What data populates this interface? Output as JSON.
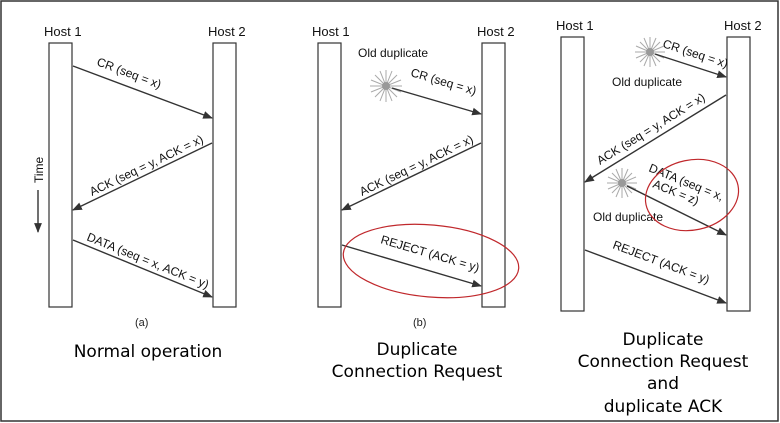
{
  "colors": {
    "highlight": "#c0282c",
    "ink": "#333333",
    "border": "#333333"
  },
  "panels": [
    {
      "host1": "Host 1",
      "host2": "Host 2",
      "time_label": "Time",
      "messages": [
        "CR (seq = x)",
        "ACK (seq = y, ACK = x)",
        "DATA (seq = x, ACK = y)"
      ],
      "sublabel": "(a)",
      "caption": [
        "Normal operation"
      ]
    },
    {
      "host1": "Host 1",
      "host2": "Host 2",
      "old_duplicate": "Old duplicate",
      "messages": [
        "CR (seq = x)",
        "ACK (seq = y, ACK = x)",
        "REJECT (ACK = y)"
      ],
      "sublabel": "(b)",
      "caption": [
        "Duplicate",
        "Connection  Request"
      ]
    },
    {
      "host1": "Host 1",
      "host2": "Host 2",
      "old_duplicate_1": "Old duplicate",
      "old_duplicate_2": "Old duplicate",
      "messages": [
        "CR (seq = x)",
        "ACK (seq = y, ACK = x)",
        "DATA (seq = x,",
        "ACK = z)",
        "REJECT (ACK = y)"
      ],
      "caption": [
        "Duplicate",
        "Connection Request",
        "and",
        "duplicate ACK"
      ]
    }
  ]
}
